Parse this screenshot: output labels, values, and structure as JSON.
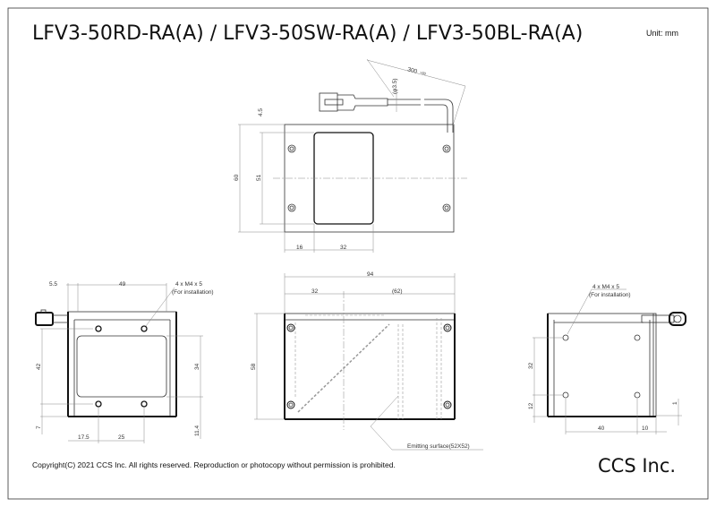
{
  "title": "LFV3-50RD-RA(A) / LFV3-50SW-RA(A) / LFV3-50BL-RA(A)",
  "unit": "Unit: mm",
  "copyright": "Copyright(C) 2021 CCS Inc. All rights reserved. Reproduction or photocopy without permission is prohibited.",
  "company": "CCS Inc.",
  "top_view": {
    "cable_length": "300",
    "cable_tol": "+50",
    "cable_dia": "(φ3.5)",
    "d_4_5": "4.5",
    "d_60": "60",
    "d_51": "51",
    "d_16": "16",
    "d_32": "32"
  },
  "left_view": {
    "d_5_5": "5.5",
    "d_49": "49",
    "d_42": "42",
    "d_7": "7",
    "d_34": "34",
    "d_11_4": "11.4",
    "d_17_5": "17.5",
    "d_25": "25",
    "note_1": "4 x M4 x 5",
    "note_2": "(For installation)"
  },
  "front_view": {
    "d_94": "94",
    "d_32": "32",
    "d_62": "(62)",
    "d_58": "58",
    "emitting": "Emitting surface(52X52)"
  },
  "right_view": {
    "note_1": "4 x M4 x 5",
    "note_2": "(For installation)",
    "d_32": "32",
    "d_12": "12",
    "d_1": "1",
    "d_40": "40",
    "d_10": "10"
  }
}
